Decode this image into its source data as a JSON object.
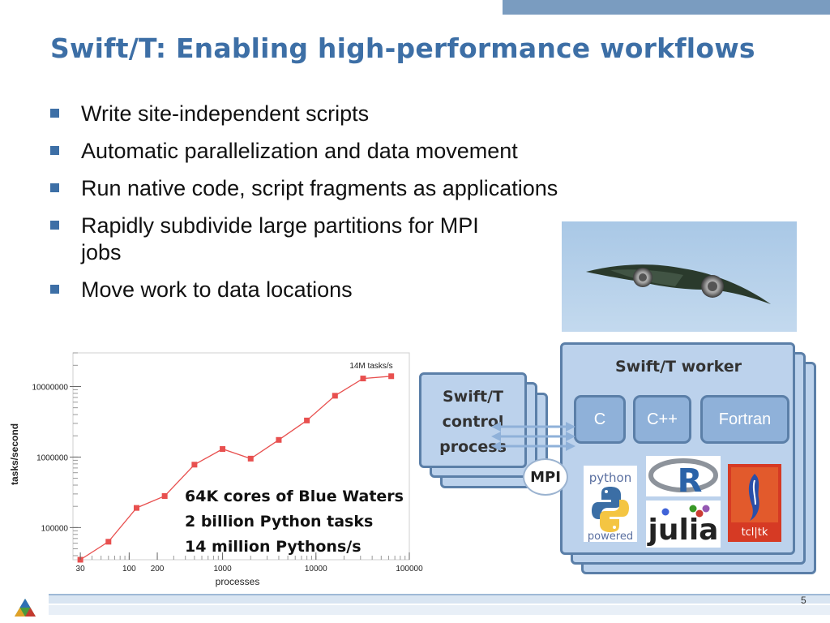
{
  "slide": {
    "title": "Swift/T: Enabling high-performance workflows",
    "page_number": "5"
  },
  "bullets": [
    "Write site-independent scripts",
    "Automatic parallelization and data movement",
    "Run native code, script fragments as applications",
    "Rapidly subdivide large partitions for MPI jobs",
    "Move work to data locations"
  ],
  "diagram": {
    "control_label": "Swift/T control process",
    "worker_label": "Swift/T worker",
    "languages": [
      "C",
      "C++",
      "Fortran"
    ],
    "mpi_label": "MPI",
    "logos": {
      "python_top": "python",
      "python_bottom": "powered",
      "r": "R",
      "julia": "julia",
      "tcl": "tcl|tk"
    }
  },
  "chart_note": {
    "line1": "64K cores of Blue Waters",
    "line2": "2 billion Python tasks",
    "line3": "14 million Pythons/s"
  },
  "chart_data": {
    "type": "line",
    "xlabel": "processes",
    "ylabel": "tasks/second",
    "x_scale": "log",
    "y_scale": "log",
    "xlim": [
      25,
      100000
    ],
    "ylim": [
      35000,
      30000000
    ],
    "x_ticks": [
      {
        "value": 30,
        "label": "30"
      },
      {
        "value": 100,
        "label": "100"
      },
      {
        "value": 200,
        "label": "200"
      },
      {
        "value": 1000,
        "label": "1000"
      },
      {
        "value": 10000,
        "label": "10000"
      },
      {
        "value": 100000,
        "label": "100000"
      }
    ],
    "y_ticks": [
      {
        "value": 100000,
        "label": "100000"
      },
      {
        "value": 1000000,
        "label": "1000000"
      },
      {
        "value": 10000000,
        "label": "10000000"
      }
    ],
    "annotation": "14M tasks/s",
    "color": "#e8504f",
    "series": [
      {
        "x": [
          30,
          60,
          120,
          240,
          500,
          1000,
          2000,
          4000,
          8000,
          16000,
          32000,
          64000
        ],
        "y": [
          35000,
          63000,
          190000,
          280000,
          780000,
          1300000,
          950000,
          1750000,
          3300000,
          7400000,
          13000000,
          14000000
        ]
      }
    ]
  },
  "colors": {
    "title": "#3d6fa6",
    "box_fill": "#bcd2ec",
    "box_border": "#5b7fa8",
    "lang_fill": "#8fb1d9"
  }
}
